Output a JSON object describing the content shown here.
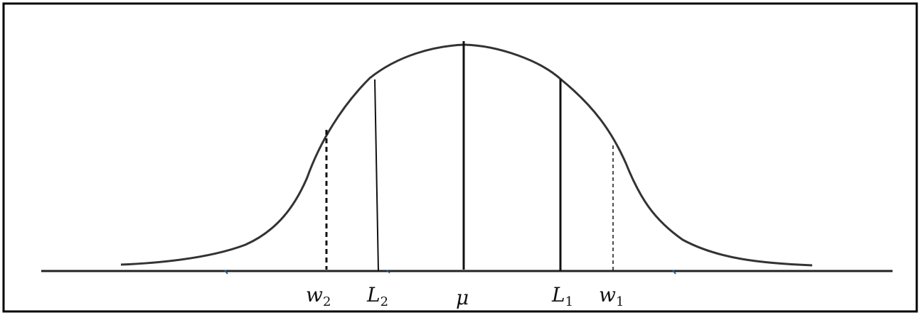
{
  "colors": {
    "ink": "#111111",
    "curve": "#333333",
    "border": "#000000",
    "tick": "#1f5aa6"
  },
  "labels": {
    "w2": {
      "base": "w",
      "sub": "2"
    },
    "L2": {
      "base": "L",
      "sub": "2"
    },
    "mu": {
      "base": "μ",
      "sub": ""
    },
    "L1": {
      "base": "L",
      "sub": "1"
    },
    "w1": {
      "base": "w",
      "sub": "1"
    }
  }
}
